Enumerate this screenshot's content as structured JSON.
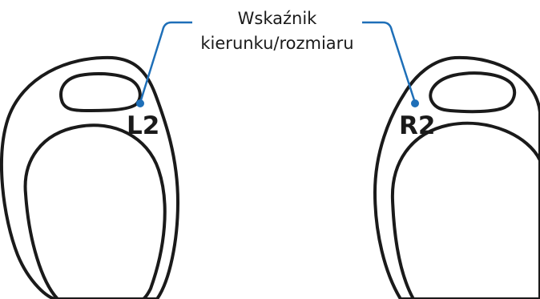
{
  "callout": {
    "label_line1": "Wskaźnik",
    "label_line2": "kierunku/rozmiaru"
  },
  "tips": {
    "left_label": "L2",
    "right_label": "R2"
  },
  "colors": {
    "outline": "#1a1a1a",
    "leader_line": "#1e6fb8",
    "background": "#ffffff"
  }
}
